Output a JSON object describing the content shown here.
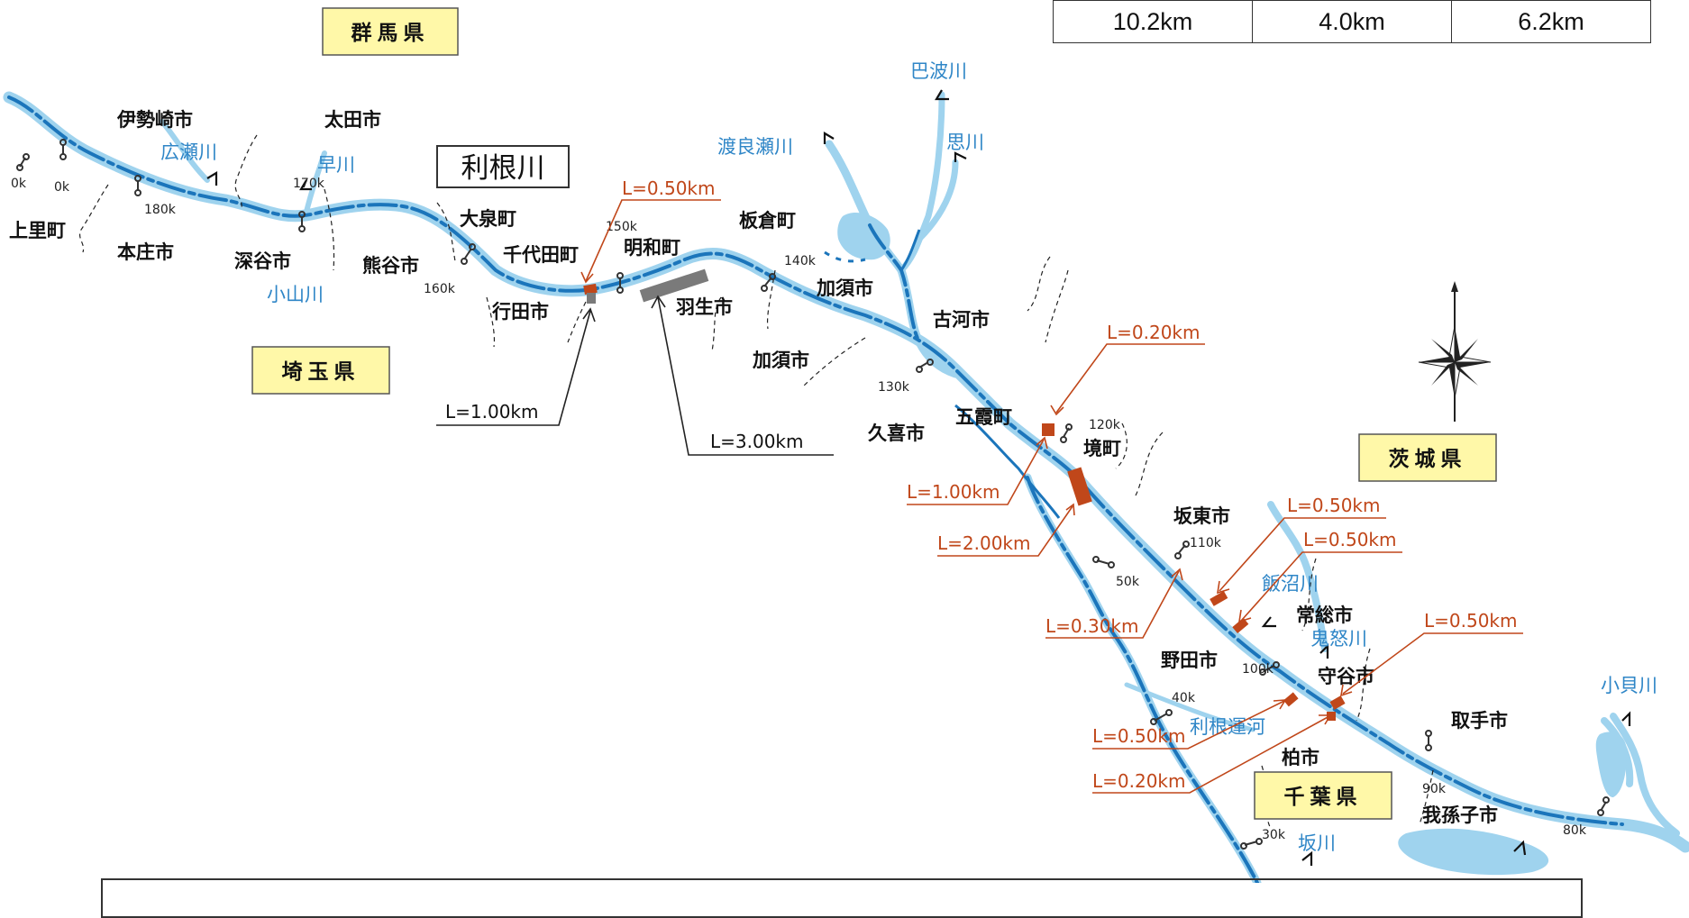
{
  "table": {
    "cells": [
      "10.2km",
      "4.0km",
      "6.2km"
    ]
  },
  "title": "利根川",
  "prefectures": [
    {
      "id": "gunma",
      "label": "群馬県"
    },
    {
      "id": "saitama",
      "label": "埼玉県"
    },
    {
      "id": "ibaraki",
      "label": "茨城県"
    },
    {
      "id": "chiba",
      "label": "千葉県"
    }
  ],
  "cities": [
    {
      "id": "isesaki",
      "label": "伊勢崎市"
    },
    {
      "id": "ota",
      "label": "太田市"
    },
    {
      "id": "kamisato",
      "label": "上里町"
    },
    {
      "id": "honjo",
      "label": "本庄市"
    },
    {
      "id": "fukaya",
      "label": "深谷市"
    },
    {
      "id": "kumagaya",
      "label": "熊谷市"
    },
    {
      "id": "oizumi",
      "label": "大泉町"
    },
    {
      "id": "chiyoda",
      "label": "千代田町"
    },
    {
      "id": "gyoda",
      "label": "行田市"
    },
    {
      "id": "meiwa",
      "label": "明和町"
    },
    {
      "id": "hanyu",
      "label": "羽生市"
    },
    {
      "id": "itakura",
      "label": "板倉町"
    },
    {
      "id": "kazo1",
      "label": "加須市"
    },
    {
      "id": "kazo2",
      "label": "加須市"
    },
    {
      "id": "koga",
      "label": "古河市"
    },
    {
      "id": "kuki",
      "label": "久喜市"
    },
    {
      "id": "goka",
      "label": "五霞町"
    },
    {
      "id": "sakai",
      "label": "境町"
    },
    {
      "id": "bando",
      "label": "坂東市"
    },
    {
      "id": "joso",
      "label": "常総市"
    },
    {
      "id": "noda",
      "label": "野田市"
    },
    {
      "id": "moriya",
      "label": "守谷市"
    },
    {
      "id": "toride",
      "label": "取手市"
    },
    {
      "id": "kashiwa",
      "label": "柏市"
    },
    {
      "id": "abiko",
      "label": "我孫子市"
    }
  ],
  "rivers": [
    {
      "id": "hirose",
      "label": "広瀬川"
    },
    {
      "id": "haya",
      "label": "早川"
    },
    {
      "id": "koyama",
      "label": "小山川"
    },
    {
      "id": "watarase",
      "label": "渡良瀬川"
    },
    {
      "id": "uzuma",
      "label": "巴波川"
    },
    {
      "id": "omoi",
      "label": "思川"
    },
    {
      "id": "iinuma",
      "label": "飯沼川"
    },
    {
      "id": "kinu",
      "label": "鬼怒川"
    },
    {
      "id": "tone_canal",
      "label": "利根運河"
    },
    {
      "id": "kokai",
      "label": "小貝川"
    },
    {
      "id": "saka",
      "label": "坂川"
    }
  ],
  "km_markers": [
    {
      "id": "0k_a",
      "label": "0k"
    },
    {
      "id": "0k_b",
      "label": "0k"
    },
    {
      "id": "180k",
      "label": "180k"
    },
    {
      "id": "170k",
      "label": "170k"
    },
    {
      "id": "160k",
      "label": "160k"
    },
    {
      "id": "150k",
      "label": "150k"
    },
    {
      "id": "140k",
      "label": "140k"
    },
    {
      "id": "130k",
      "label": "130k"
    },
    {
      "id": "120k",
      "label": "120k"
    },
    {
      "id": "110k",
      "label": "110k"
    },
    {
      "id": "50k",
      "label": "50k"
    },
    {
      "id": "100k",
      "label": "100k"
    },
    {
      "id": "40k",
      "label": "40k"
    },
    {
      "id": "90k",
      "label": "90k"
    },
    {
      "id": "80k",
      "label": "80k"
    },
    {
      "id": "30k",
      "label": "30k"
    }
  ],
  "sections": [
    {
      "id": "s_chiyoda",
      "label": "L=0.50km",
      "color": "#c0471a"
    },
    {
      "id": "s_gyoda",
      "label": "L=1.00km",
      "color": "#222222"
    },
    {
      "id": "s_hanyu",
      "label": "L=3.00km",
      "color": "#222222"
    },
    {
      "id": "s_goka_top",
      "label": "L=0.20km",
      "color": "#c0471a"
    },
    {
      "id": "s_goka",
      "label": "L=1.00km",
      "color": "#c0471a"
    },
    {
      "id": "s_sakai",
      "label": "L=2.00km",
      "color": "#c0471a"
    },
    {
      "id": "s_bando1",
      "label": "L=0.50km",
      "color": "#c0471a"
    },
    {
      "id": "s_bando2",
      "label": "L=0.50km",
      "color": "#c0471a"
    },
    {
      "id": "s_noda",
      "label": "L=0.30km",
      "color": "#c0471a"
    },
    {
      "id": "s_moriya",
      "label": "L=0.50km",
      "color": "#c0471a"
    },
    {
      "id": "s_kashiwa1",
      "label": "L=0.50km",
      "color": "#c0471a"
    },
    {
      "id": "s_kashiwa2",
      "label": "L=0.20km",
      "color": "#c0471a"
    }
  ],
  "colors": {
    "river_light": "#9fd3ee",
    "river_main": "#1b75bb",
    "section_red": "#c0471a",
    "section_gray": "#7a7a7a",
    "pref_box": "#fff8a8"
  }
}
